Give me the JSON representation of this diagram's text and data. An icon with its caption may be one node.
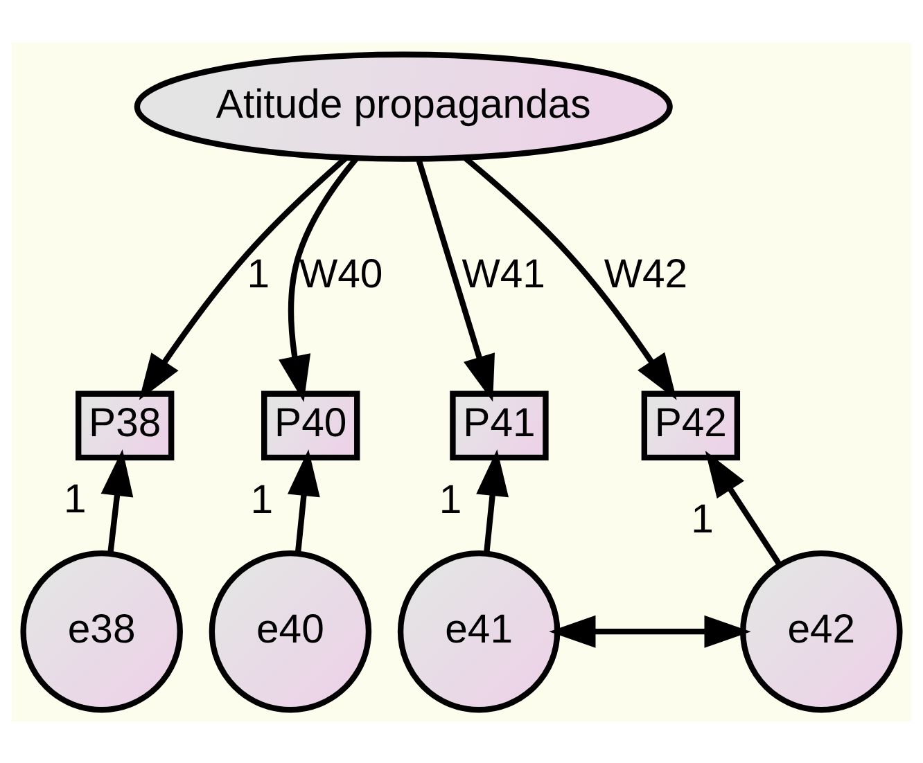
{
  "diagram": {
    "nodes": [
      {
        "text": [
          "Atitude propagandas"
        ]
      },
      {
        "text": [
          "P38"
        ]
      },
      {
        "text": [
          "P40"
        ]
      },
      {
        "text": [
          "P41"
        ]
      },
      {
        "text": [
          "P42"
        ]
      },
      {
        "text": [
          "e38"
        ]
      },
      {
        "text": [
          "e40"
        ]
      },
      {
        "text": [
          "e41"
        ]
      },
      {
        "text": [
          "e42"
        ]
      }
    ],
    "edges": [
      {
        "from": 0,
        "to": 1,
        "arrow": "to",
        "label": "1"
      },
      {
        "from": 0,
        "to": 2,
        "arrow": "to",
        "label": "W40"
      },
      {
        "from": 0,
        "to": 3,
        "arrow": "to",
        "label": "W41"
      },
      {
        "from": 0,
        "to": 4,
        "arrow": "to",
        "label": "W42"
      },
      {
        "from": 5,
        "to": 1,
        "arrow": "to",
        "label": "1"
      },
      {
        "from": 6,
        "to": 2,
        "arrow": "to",
        "label": "1"
      },
      {
        "from": 7,
        "to": 3,
        "arrow": "to",
        "label": "1"
      },
      {
        "from": 8,
        "to": 4,
        "arrow": "to",
        "label": "1"
      },
      {
        "from": 7,
        "to": 8,
        "arrow": "both"
      }
    ]
  }
}
